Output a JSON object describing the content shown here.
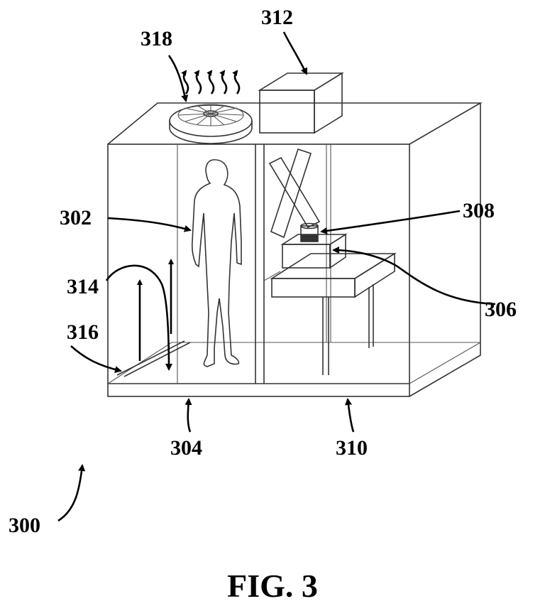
{
  "figure": {
    "caption": "FIG. 3",
    "labels": {
      "r300": "300",
      "r302": "302",
      "r304": "304",
      "r306": "306",
      "r308": "308",
      "r310": "310",
      "r312": "312",
      "r314": "314",
      "r316": "316",
      "r318": "318"
    }
  }
}
